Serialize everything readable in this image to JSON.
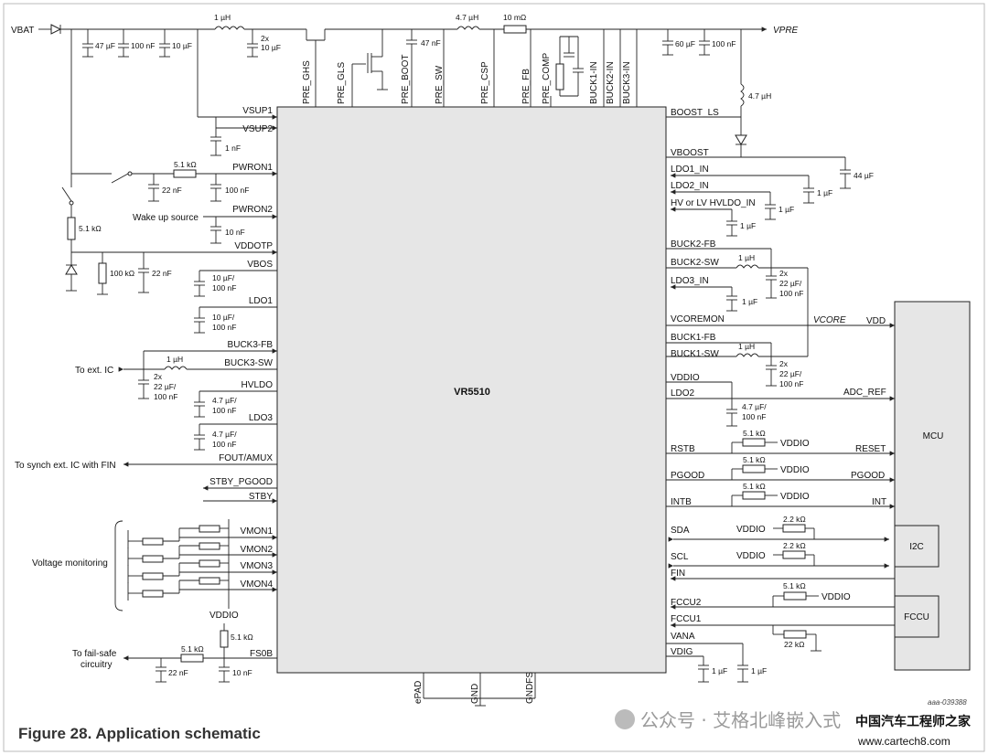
{
  "chip": {
    "name": "VR5510"
  },
  "mcu": {
    "name": "MCU",
    "i2c": "I2C",
    "fccu": "FCCU",
    "vdd": "VDD",
    "adc_ref": "ADC_REF",
    "reset": "RESET",
    "pgood": "PGOOD",
    "int": "INT"
  },
  "top_pins": [
    "PRE_GHS",
    "PRE_GLS",
    "PRE_BOOT",
    "PRE_SW",
    "PRE_CSP",
    "PRE_FB",
    "PRE_COMP",
    "BUCK1-IN",
    "BUCK2-IN",
    "BUCK3-IN"
  ],
  "bottom_pins": [
    "ePAD",
    "GND",
    "GNDFS"
  ],
  "left_pins": [
    "VSUP1",
    "VSUP2",
    "PWRON1",
    "PWRON2",
    "VDDOTP",
    "VBOS",
    "LDO1",
    "BUCK3-FB",
    "BUCK3-SW",
    "HVLDO",
    "LDO3",
    "FOUT/AMUX",
    "STBY_PGOOD",
    "STBY",
    "VMON1",
    "VMON2",
    "VMON3",
    "VMON4",
    "FS0B"
  ],
  "right_pins": [
    "BOOST_LS",
    "VBOOST",
    "LDO1_IN",
    "LDO2_IN",
    "HV or LV HVLDO_IN",
    "BUCK2-FB",
    "BUCK2-SW",
    "LDO3_IN",
    "VCOREMON",
    "BUCK1-FB",
    "BUCK1-SW",
    "VDDIO",
    "LDO2",
    "RSTB",
    "PGOOD",
    "INTB",
    "SDA",
    "SCL",
    "FIN",
    "FCCU2",
    "FCCU1",
    "VANA",
    "VDIG"
  ],
  "nets": {
    "vbat": "VBAT",
    "vpre": "VPRE",
    "vcore": "VCORE",
    "vddio": "VDDIO"
  },
  "components": {
    "l_top": "1 µH",
    "l_pre": "4.7 µH",
    "r_sense": "10 mΩ",
    "c47u": "47 µF",
    "c100n": "100 nF",
    "c10u": "10 µF",
    "c2x_a": "2x",
    "c2x_b": "10 µF",
    "c47n": "47 nF",
    "c60u": "60 µF",
    "c100n_b": "100 nF",
    "l_boost": "4.7 µH",
    "c1n": "1 nF",
    "r51k": "5.1 kΩ",
    "c22n": "22 nF",
    "c100n_p": "100 nF",
    "c10n": "10 nF",
    "r51k_b": "5.1 kΩ",
    "r100k": "100 kΩ",
    "c22n_b": "22 nF",
    "c10u100n_a": "10 µF/",
    "c10u100n_b": "100 nF",
    "l_1uH": "1 µH",
    "c22u_a": "2x",
    "c22u_b": "22 µF/",
    "c22u_c": "100 nF",
    "c47u100n_a": "4.7 µF/",
    "c47u100n_b": "100 nF",
    "c44u": "44 µF",
    "c1u": "1 µF",
    "r22k": "2.2 kΩ",
    "r22k_b": "22 kΩ",
    "c10n_b": "10 nF"
  },
  "labels": {
    "wake_up": "Wake up source",
    "to_ext_ic": "To ext. IC",
    "to_synch": "To synch ext. IC with FIN",
    "voltage_monitoring": "Voltage monitoring",
    "to_failsafe_1": "To fail-safe",
    "to_failsafe_2": "circuitry",
    "ref": "aaa-039388"
  },
  "caption": "Figure 28.  Application schematic",
  "watermark": {
    "text": "公众号 · 艾格北峰嵌入式",
    "logo_title": "中国汽车工程师之家",
    "url": "www.cartech8.com"
  }
}
